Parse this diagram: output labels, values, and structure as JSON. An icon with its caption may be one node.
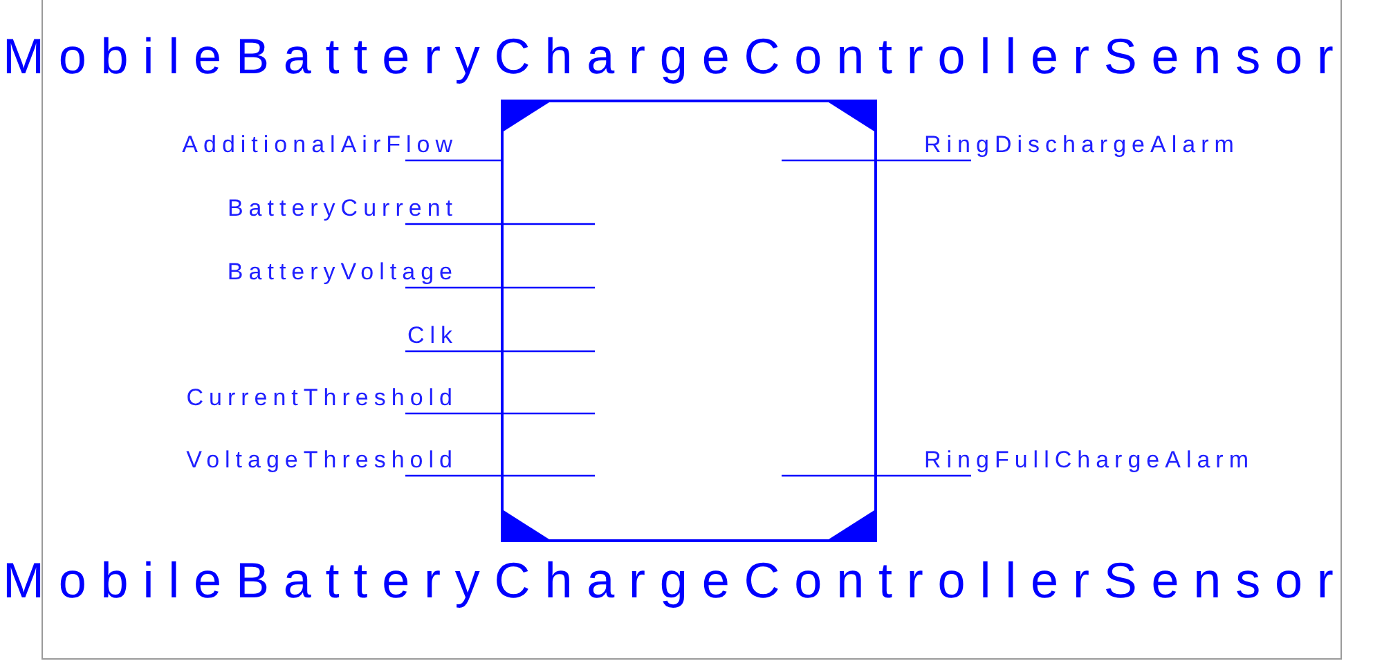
{
  "diagram": {
    "title": "MobileBatteryChargeControllerSensor",
    "nodes": [
      {
        "text": [],
        "shape": "box",
        "beside": [
          "MobileBatteryChargeControllerSensor"
        ]
      }
    ],
    "labels": [
      "AdditionalAirFlow",
      "RingDischargeAlarm",
      "BatteryCurrent",
      "BatteryVoltage",
      "Clk",
      "CurrentThreshold",
      "VoltageThreshold",
      "RingFullChargeAlarm"
    ]
  }
}
